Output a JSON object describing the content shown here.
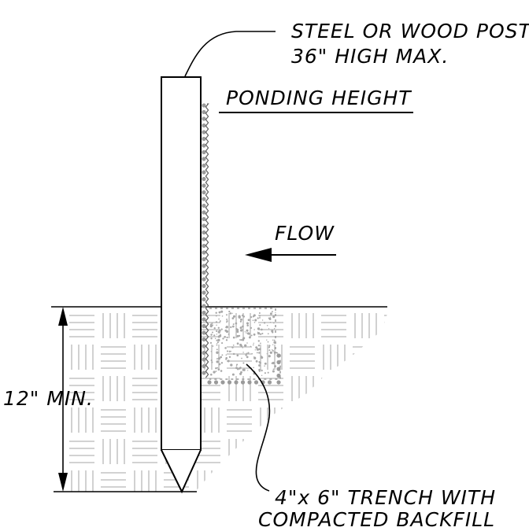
{
  "labels": {
    "post_line1": "STEEL OR WOOD POST",
    "post_line2": "36\"  HIGH MAX.",
    "ponding": "PONDING HEIGHT",
    "flow": "FLOW",
    "depth": "12\" MIN.",
    "trench_line1": "4\"x 6\" TRENCH WITH",
    "trench_line2": "COMPACTED BACKFILL"
  },
  "colors": {
    "ink": "#000000",
    "hatch": "#b8b8b8",
    "fabric": "#9a9a9a",
    "backfill": "#a8a8a8"
  }
}
